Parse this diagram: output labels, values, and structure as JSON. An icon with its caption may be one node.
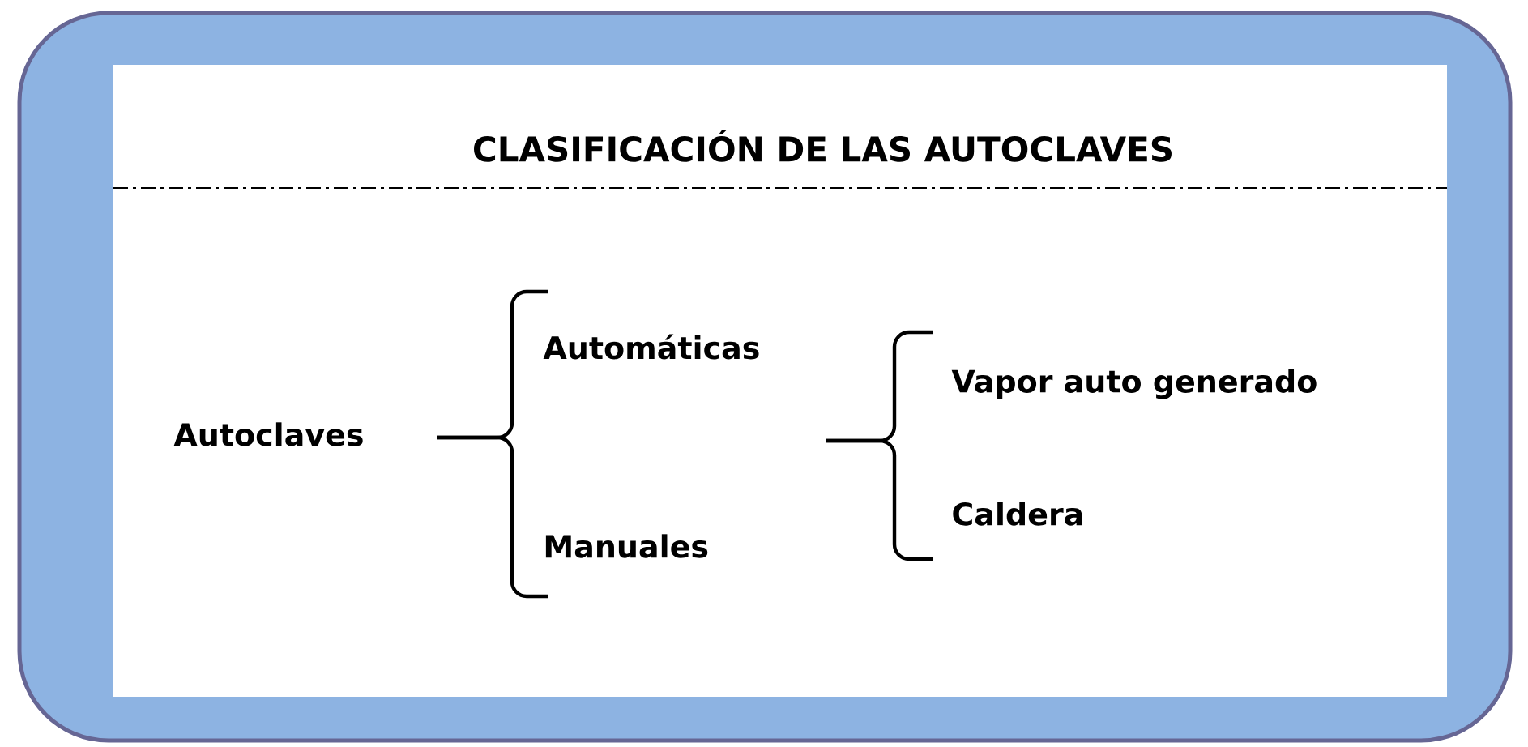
{
  "diagram": {
    "title": "CLASIFICACIÓN DE LAS AUTOCLAVES",
    "nodes": [
      {
        "text": [
          "Autoclaves"
        ]
      },
      {
        "text": [
          "Automáticas"
        ]
      },
      {
        "text": [
          "Manuales"
        ]
      },
      {
        "text": [
          "Vapor auto generado"
        ]
      },
      {
        "text": [
          "Caldera"
        ]
      }
    ]
  }
}
